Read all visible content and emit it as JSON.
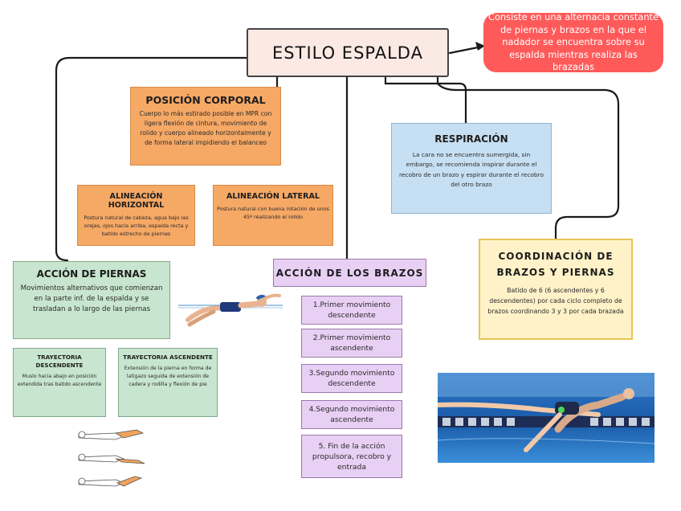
{
  "title": "ESTILO ESPALDA",
  "definition": "Consiste en una alternacia constante de piernas y brazos en la que el nadador se encuentra sobre su espalda mientras realiza las brazadas",
  "posicion_corporal": {
    "heading": "POSICIÓN CORPORAL",
    "text": "Cuerpo lo más estirado posible en MPR con ligera flexión de cintura, movimiento de rolido y cuerpo alineado horizontalmente y de forma lateral impidiendo el balanceo"
  },
  "alineacion_horizontal": {
    "heading": "ALINEACIÓN HORIZONTAL",
    "text": "Postura natural de cabeza, agua bajo las orejas, ojos hacia arriba, espalda recta y batido estrecho de piernas"
  },
  "alineacion_lateral": {
    "heading": "ALINEACIÓN LATERAL",
    "text": "Postura natural con buena rotación de unos 45º realizando el rolido"
  },
  "respiracion": {
    "heading": "RESPIRACIÓN",
    "text": "La cara no se encuentra sumergida, sin embargo, se recomienda inspirar durante el recobro de un brazo y espirar durante el recobro del otro brazo"
  },
  "accion_piernas": {
    "heading": "ACCIÓN DE PIERNAS",
    "text": "Movimientos alternativos que comienzan en la parte inf. de la espalda y se trasladan a lo largo de las piernas"
  },
  "trayectoria_descendente": {
    "heading": "TRAYECTORIA DESCENDENTE",
    "text": "Muslo hacia abajo en posición extendida tras batido ascendente"
  },
  "trayectoria_ascendente": {
    "heading": "TRAYECTORIA ASCENDENTE",
    "text": "Extensión de la pierna en forma de latigazo seguida de extensión de cadera y rodilla y flexión de pie"
  },
  "accion_brazos": {
    "heading": "ACCIÓN DE LOS BRAZOS",
    "steps": [
      "1.Primer movimiento descendente",
      "2.Primer movimiento ascendente",
      "3.Segundo movimiento descendente",
      "4.Segundo movimiento ascendente",
      "5. Fin de la acción propulsora, recobro y entrada"
    ]
  },
  "coordinacion": {
    "heading": "COORDINACIÓN DE BRAZOS Y PIERNAS",
    "text": "Batido de 6 (6 ascendentes y 6 descendentes) por cada ciclo completo de brazos coordinando 3 y 3 por cada brazada"
  },
  "colors": {
    "title_bg": "#fbe9e4",
    "definition_bg": "#ff5a5a",
    "orange": "#f6a865",
    "green": "#c8e6cf",
    "blue": "#c7dff2",
    "yellow_border": "#e8c457",
    "purple": "#e8cff4"
  },
  "icons": [
    "swimmer-illustration",
    "leg-kick-illustration",
    "underwater-swimmer-photo",
    "arrow-icon"
  ]
}
